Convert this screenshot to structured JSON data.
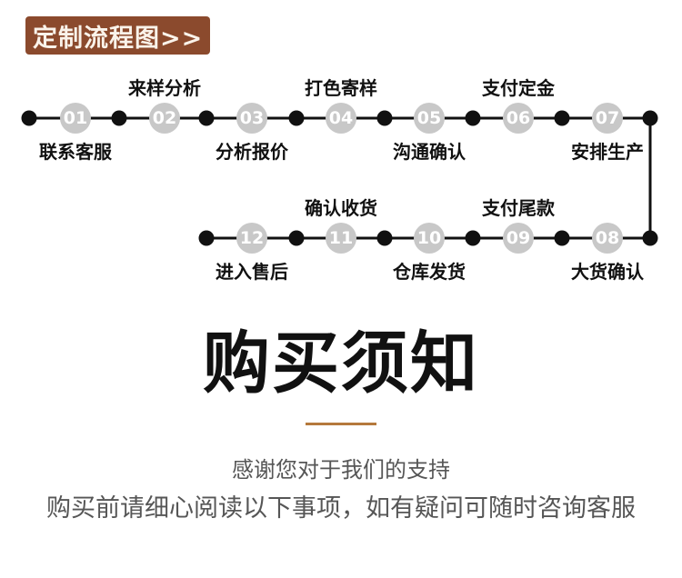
{
  "flow": {
    "badge_label": "定制流程图>>",
    "steps": [
      {
        "number": "01",
        "label": "联系客服",
        "label_position": "below"
      },
      {
        "number": "02",
        "label": "来样分析",
        "label_position": "above"
      },
      {
        "number": "03",
        "label": "分析报价",
        "label_position": "below"
      },
      {
        "number": "04",
        "label": "打色寄样",
        "label_position": "above"
      },
      {
        "number": "05",
        "label": "沟通确认",
        "label_position": "below"
      },
      {
        "number": "06",
        "label": "支付定金",
        "label_position": "above"
      },
      {
        "number": "07",
        "label": "安排生产",
        "label_position": "below"
      },
      {
        "number": "08",
        "label": "大货确认",
        "label_position": "below"
      },
      {
        "number": "09",
        "label": "支付尾款",
        "label_position": "above"
      },
      {
        "number": "10",
        "label": "仓库发货",
        "label_position": "below"
      },
      {
        "number": "11",
        "label": "确认收货",
        "label_position": "above"
      },
      {
        "number": "12",
        "label": "进入售后",
        "label_position": "below"
      }
    ],
    "colors": {
      "badge_background": "#8b4a2d",
      "badge_text": "#faf3ea",
      "step_circle": "#c8c8c8",
      "step_number_text": "#ffffff",
      "connector": "#111111",
      "divider_accent": "#b5793c"
    }
  },
  "notice": {
    "title": "购买须知",
    "line1": "感谢您对于我们的支持",
    "line2": "购买前请细心阅读以下事项，如有疑问可随时咨询客服"
  }
}
